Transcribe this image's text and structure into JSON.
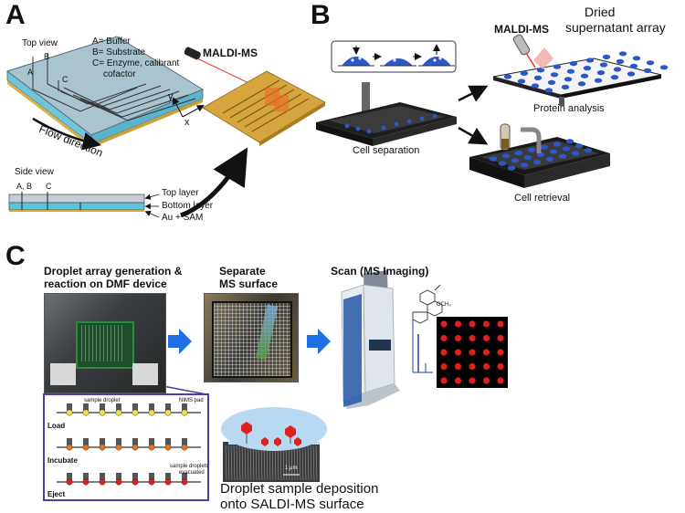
{
  "panels": {
    "a": {
      "letter": "A",
      "top_view": "Top view",
      "legend": [
        "A= Buffer",
        "B= Substrate",
        "C= Enzyme, calibrant",
        "cofactor"
      ],
      "chip_labels": {
        "a": "A",
        "b": "B",
        "c": "C"
      },
      "flow_direction": "Flow direction",
      "maldi": "MALDI-MS",
      "axes": {
        "x": "x",
        "y": "y"
      },
      "side_view": "Side view",
      "side_labels": {
        "ab": "A, B",
        "c": "C"
      },
      "layers": [
        "Top layer",
        "Bottom layer",
        "Au + SAM"
      ]
    },
    "b": {
      "letter": "B",
      "maldi": "MALDI-MS",
      "dried": "Dried",
      "supernatant": "supernatant array",
      "protein": "Protein analysis",
      "cell_separation": "Cell separation",
      "cell_retrieval": "Cell retrieval"
    },
    "c": {
      "letter": "C",
      "step1_line1": "Droplet array generation &",
      "step1_line2": "reaction on DMF device",
      "step2_line1": "Separate",
      "step2_line2": "MS surface",
      "step3": "Scan (MS Imaging)",
      "inset_labels": {
        "sample_droplet": "sample droplet",
        "nims_pad": "NIMS pad",
        "load": "Load",
        "incubate": "Incubate",
        "evacuated_1": "sample droplets",
        "evacuated_2": "evacuated",
        "eject": "Eject"
      },
      "scale": "1 μm",
      "structure_label": "OCH₃",
      "deposition_line1": "Droplet sample deposition",
      "deposition_line2": "onto SALDI-MS surface"
    }
  },
  "colors": {
    "chip_blue": "#8fd3e6",
    "gold": "#c99a2e",
    "grid_red": "#e0201b",
    "arrow_blue": "#1f6fe5",
    "inset_border": "#4b3fa8",
    "droplet_blue": "#2d56c9",
    "bubble": "#b9d9f2"
  }
}
